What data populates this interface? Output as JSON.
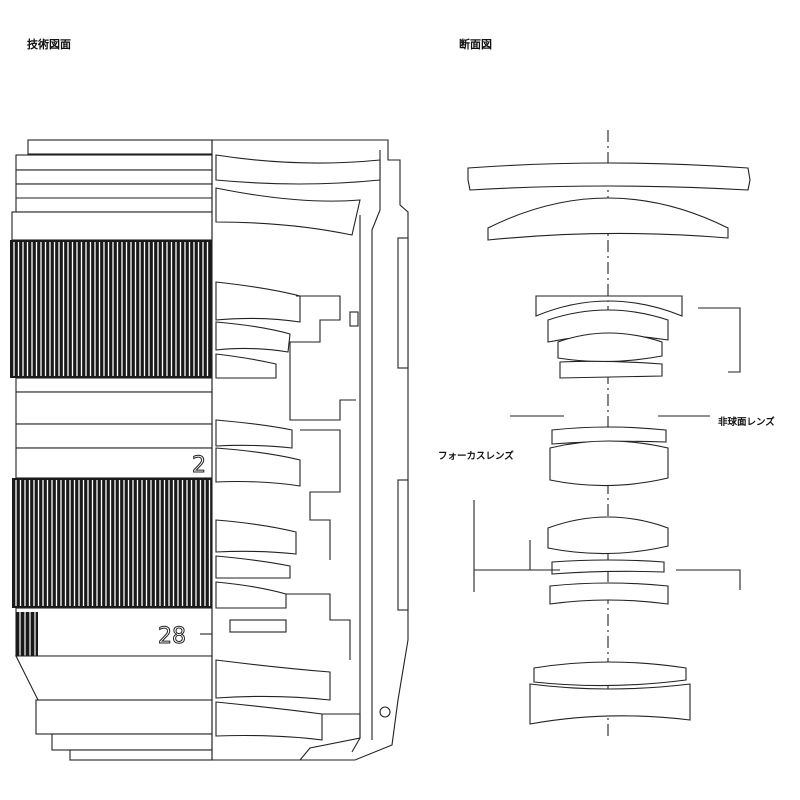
{
  "titles": {
    "technical_drawing": "技術図面",
    "cross_section": "断面図"
  },
  "callouts": {
    "aspheric_lens": "非球面レンズ",
    "focus_lens": "フォーカスレンズ"
  },
  "lens_markings": {
    "focal_mark_small": "2",
    "focal_mark_large": "28"
  }
}
